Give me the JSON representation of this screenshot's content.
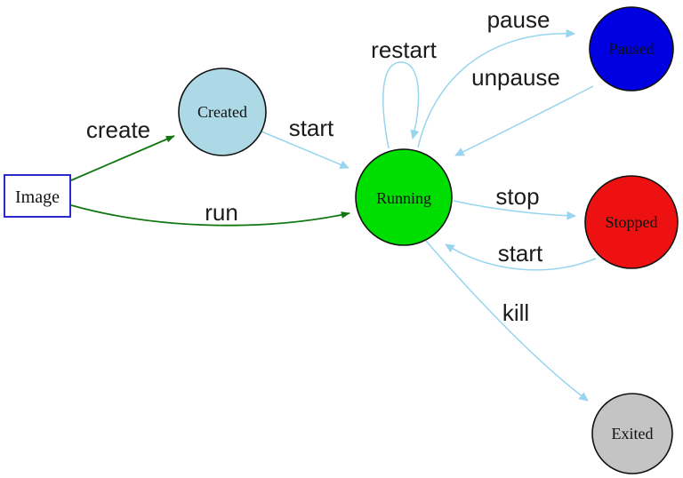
{
  "diagram": {
    "title": "container-lifecycle-state-diagram",
    "colors": {
      "edge_blue": "#99d5ee",
      "edge_green": "#117511",
      "node_border": "#111111",
      "image_border": "#2929cc",
      "label_text": "#1b1b1b"
    },
    "nodes": {
      "image": {
        "label": "Image",
        "shape": "rectangle",
        "fill": "#ffffff",
        "border": "#2929cc"
      },
      "created": {
        "label": "Created",
        "shape": "circle",
        "fill": "#add8e6"
      },
      "running": {
        "label": "Running",
        "shape": "circle",
        "fill": "#00dd00"
      },
      "paused": {
        "label": "Paused",
        "shape": "circle",
        "fill": "#0000e0"
      },
      "stopped": {
        "label": "Stopped",
        "shape": "circle",
        "fill": "#ee1111"
      },
      "exited": {
        "label": "Exited",
        "shape": "circle",
        "fill": "#c4c4c4"
      }
    },
    "edges": {
      "create": {
        "label": "create",
        "from": "image",
        "to": "created",
        "color": "#117511"
      },
      "run": {
        "label": "run",
        "from": "image",
        "to": "running",
        "color": "#117511"
      },
      "start_created": {
        "label": "start",
        "from": "created",
        "to": "running",
        "color": "#99d5ee"
      },
      "restart": {
        "label": "restart",
        "from": "running",
        "to": "running",
        "color": "#99d5ee"
      },
      "pause": {
        "label": "pause",
        "from": "running",
        "to": "paused",
        "color": "#99d5ee"
      },
      "unpause": {
        "label": "unpause",
        "from": "paused",
        "to": "running",
        "color": "#99d5ee"
      },
      "stop": {
        "label": "stop",
        "from": "running",
        "to": "stopped",
        "color": "#99d5ee"
      },
      "start_stopped": {
        "label": "start",
        "from": "stopped",
        "to": "running",
        "color": "#99d5ee"
      },
      "kill": {
        "label": "kill",
        "from": "running",
        "to": "exited",
        "color": "#99d5ee"
      }
    }
  }
}
